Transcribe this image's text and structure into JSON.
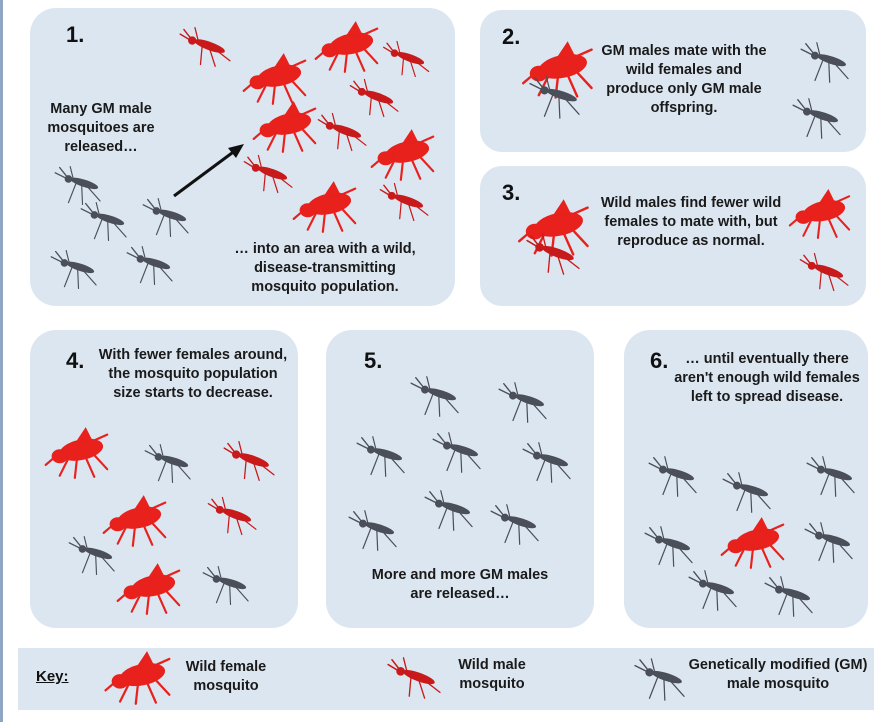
{
  "panel1": {
    "number": "1.",
    "text_left": "Many GM male mosquitoes are released…",
    "text_bottom": "… into an area with a wild, disease-transmitting mosquito population."
  },
  "panel2": {
    "number": "2.",
    "text": "GM males mate with the wild females and produce only GM male offspring."
  },
  "panel3": {
    "number": "3.",
    "text": "Wild males find fewer wild females to mate with, but reproduce as normal."
  },
  "panel4": {
    "number": "4.",
    "text": "With fewer females around, the mosquito population size starts to decrease."
  },
  "panel5": {
    "number": "5.",
    "text": "More and more GM males are released…"
  },
  "panel6": {
    "number": "6.",
    "text": "… until eventually there aren't enough wild females left to spread disease."
  },
  "key": {
    "label": "Key:",
    "wild_female": "Wild female mosquito",
    "wild_male": "Wild male mosquito",
    "gm_male": "Genetically modified (GM) male mosquito"
  },
  "colors": {
    "panel_bg": "#dce6f0",
    "wild_female": "#e8211d",
    "wild_male": "#c81a1a",
    "gm_male": "#4a4f59"
  }
}
